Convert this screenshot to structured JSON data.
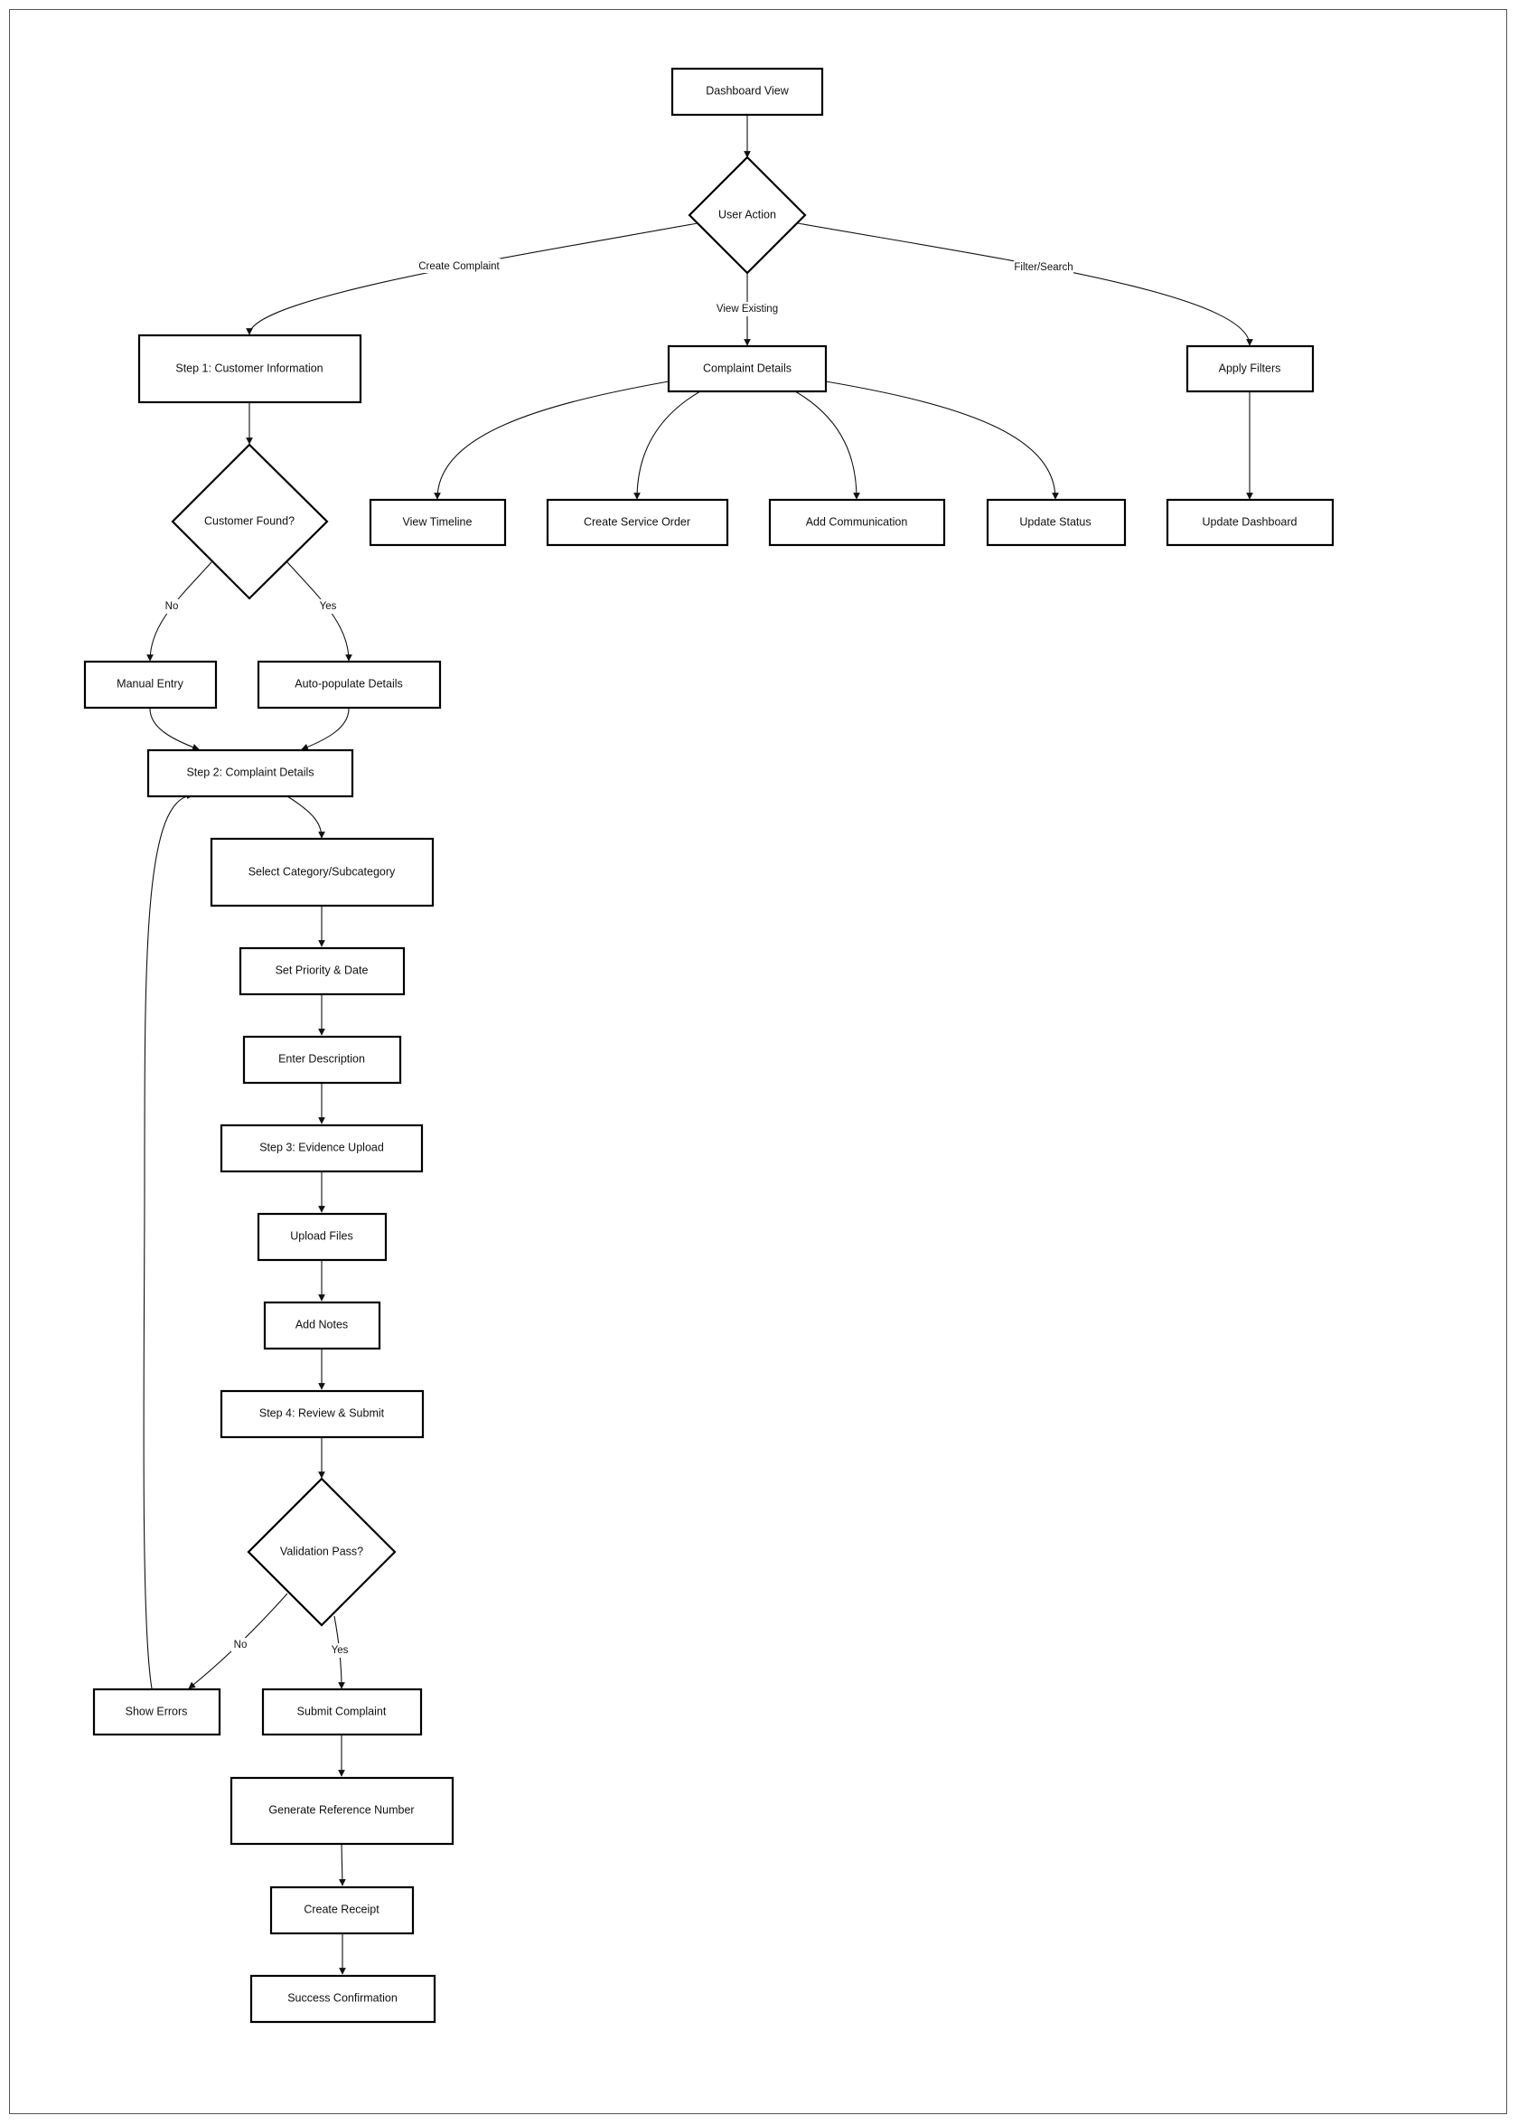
{
  "nodes": {
    "dashboard_view": "Dashboard View",
    "user_action": "User Action",
    "step1_customer_info": "Step 1: Customer Information",
    "complaint_details": "Complaint Details",
    "apply_filters": "Apply Filters",
    "customer_found": "Customer Found?",
    "view_timeline": "View Timeline",
    "create_service_order": "Create Service Order",
    "add_communication": "Add Communication",
    "update_status": "Update Status",
    "update_dashboard": "Update Dashboard",
    "manual_entry": "Manual Entry",
    "auto_populate": "Auto-populate Details",
    "step2_complaint_details": "Step 2: Complaint Details",
    "select_category": "Select Category/Subcategory",
    "set_priority": "Set Priority & Date",
    "enter_description": "Enter Description",
    "step3_evidence": "Step 3: Evidence Upload",
    "upload_files": "Upload Files",
    "add_notes": "Add Notes",
    "step4_review": "Step 4: Review & Submit",
    "validation_pass": "Validation Pass?",
    "show_errors": "Show Errors",
    "submit_complaint": "Submit Complaint",
    "generate_reference": "Generate Reference Number",
    "create_receipt": "Create Receipt",
    "success_confirmation": "Success Confirmation"
  },
  "edge_labels": {
    "create_complaint": "Create Complaint",
    "view_existing": "View Existing",
    "filter_search": "Filter/Search",
    "found_no": "No",
    "found_yes": "Yes",
    "valid_no": "No",
    "valid_yes": "Yes"
  }
}
